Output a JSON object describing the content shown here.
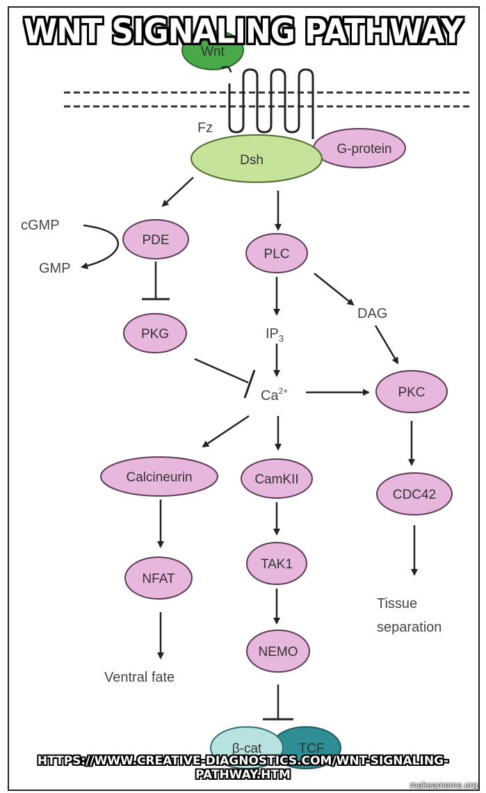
{
  "meme": {
    "title": "WNT SIGNALING PATHWAY",
    "url": "HTTPS://WWW.CREATIVE-DIAGNOSTICS.COM/WNT-SIGNALING-PATHWAY.HTM",
    "watermark": "makeameme.org"
  },
  "colors": {
    "pink_fill": "#e7b7dd",
    "pink_stroke": "#5a3a55",
    "green_fill": "#c6e39a",
    "wnt_green": "#49a84a",
    "teal_fill": "#2f8d94",
    "line": "#222222"
  },
  "diagram": {
    "wnt": "Wnt",
    "fz": "Fz",
    "dsh": "Dsh",
    "g_protein": "G-protein",
    "cgmp": "cGMP",
    "gmp": "GMP",
    "pde": "PDE",
    "pkg": "PKG",
    "plc": "PLC",
    "ip3": "IP",
    "ip3_sub": "3",
    "dag": "DAG",
    "ca": "Ca",
    "ca_sup": "2+",
    "pkc": "PKC",
    "calcineurin": "Calcineurin",
    "camkii": "CamKII",
    "cdc42": "CDC42",
    "nfat": "NFAT",
    "tak1": "TAK1",
    "nemo": "NEMO",
    "tissue_1": "Tissue",
    "tissue_2": "separation",
    "ventral": "Ventral fate",
    "bcat": "β-cat",
    "tcf": "TCF"
  }
}
